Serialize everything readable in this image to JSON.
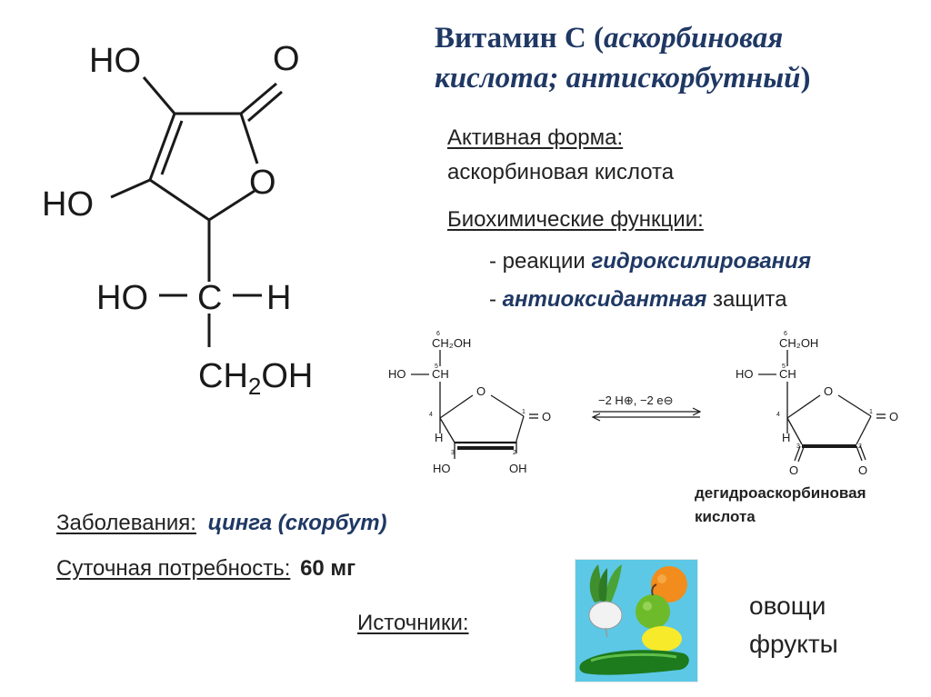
{
  "title": {
    "part1": "Витамин С (",
    "part2": "аскорбиновая кислота; антискорбутный",
    "part3": ")"
  },
  "active_form": {
    "label": "Активная форма:",
    "value": "аскорбиновая кислота"
  },
  "functions": {
    "label": "Биохимические функции:",
    "item1_prefix": "- реакции ",
    "item1_accent": "гидроксилирования",
    "item2_prefix": "- ",
    "item2_accent": "антиоксидантная",
    "item2_suffix": " защита"
  },
  "diseases": {
    "label": "Заболевания:",
    "value": "цинга (скорбут)"
  },
  "daily": {
    "label": "Суточная потребность:",
    "value": "60 мг"
  },
  "sources": {
    "label": "Источники:",
    "item1": "овощи",
    "item2": "фрукты"
  },
  "big_structure": {
    "ho1": "HO",
    "o_keto": "O",
    "o_ring": "O",
    "ho2": "HO",
    "ho3": "HO",
    "c": "C",
    "h": "H",
    "ch2oh": "CH",
    "ch2oh_sub": "2",
    "ch2oh_end": "OH"
  },
  "reaction": {
    "arrow_label": "−2 H⊕, −2 e⊖",
    "product_label_line1": "дегидроаскорбиновая",
    "product_label_line2": "кислота",
    "left": {
      "ch2oh": "CH₂OH",
      "ho": "HO",
      "ch": "CH",
      "o_ring": "O",
      "o_keto": "O",
      "h": "H",
      "ho_a": "HO",
      "oh_b": "OH",
      "n6": "6",
      "n5": "5",
      "n4": "4",
      "n3": "3",
      "n2": "2",
      "n1": "1"
    },
    "right": {
      "ch2oh": "CH₂OH",
      "ho": "HO",
      "ch": "CH",
      "o_ring": "O",
      "o_keto": "O",
      "h": "H",
      "o3": "O",
      "o2": "O",
      "n6": "6",
      "n5": "5",
      "n4": "4",
      "n3": "3",
      "n2": "2",
      "n1": "1"
    }
  },
  "icons": {
    "sources_picture": "vegetables-fruits-picture"
  },
  "colors": {
    "accent": "#1f3864",
    "text": "#222222"
  }
}
